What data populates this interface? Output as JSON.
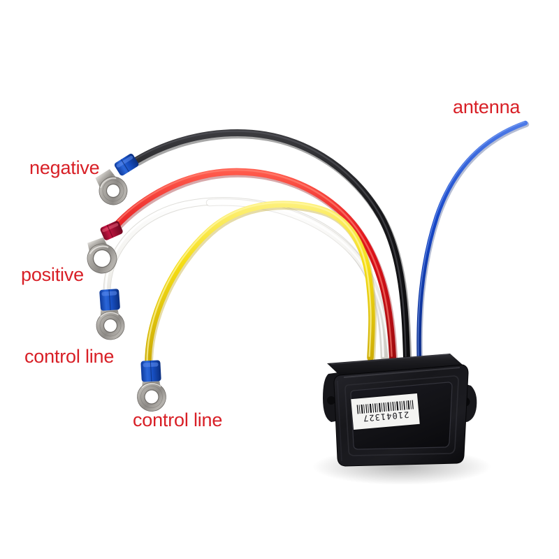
{
  "scene": {
    "title": "Winch wireless control module wiring harness",
    "background_color": "#ffffff"
  },
  "labels": {
    "negative": "negative",
    "positive": "positive",
    "control_line_1": "control line",
    "control_line_2": "control line",
    "antenna": "antenna",
    "color": "#d81f26"
  },
  "module": {
    "name": "control-module",
    "body_color": "#16161a",
    "sticker": {
      "code": "21041327",
      "background": "#f4f4f2",
      "orientation": "upside-down"
    }
  },
  "wires": [
    {
      "name": "negative-wire",
      "color_name": "black",
      "color": "#1a1a1a",
      "terminal_sleeve": "blue",
      "terminal_sleeve_color": "#1a56c4",
      "label": "negative"
    },
    {
      "name": "positive-wire",
      "color_name": "red",
      "color": "#e2121a",
      "terminal_sleeve": "red",
      "terminal_sleeve_color": "#b5123a",
      "label": "positive"
    },
    {
      "name": "control-wire-white",
      "color_name": "white",
      "color": "#f2f1ee",
      "terminal_sleeve": "blue",
      "terminal_sleeve_color": "#1a56c4",
      "label": "control line"
    },
    {
      "name": "control-wire-yellow",
      "color_name": "yellow",
      "color": "#f5dd14",
      "terminal_sleeve": "blue",
      "terminal_sleeve_color": "#1a56c4",
      "label": "control line"
    },
    {
      "name": "antenna-wire",
      "color_name": "blue",
      "color": "#1546c8",
      "terminal_sleeve": "none",
      "terminal_sleeve_color": "",
      "label": "antenna"
    }
  ]
}
